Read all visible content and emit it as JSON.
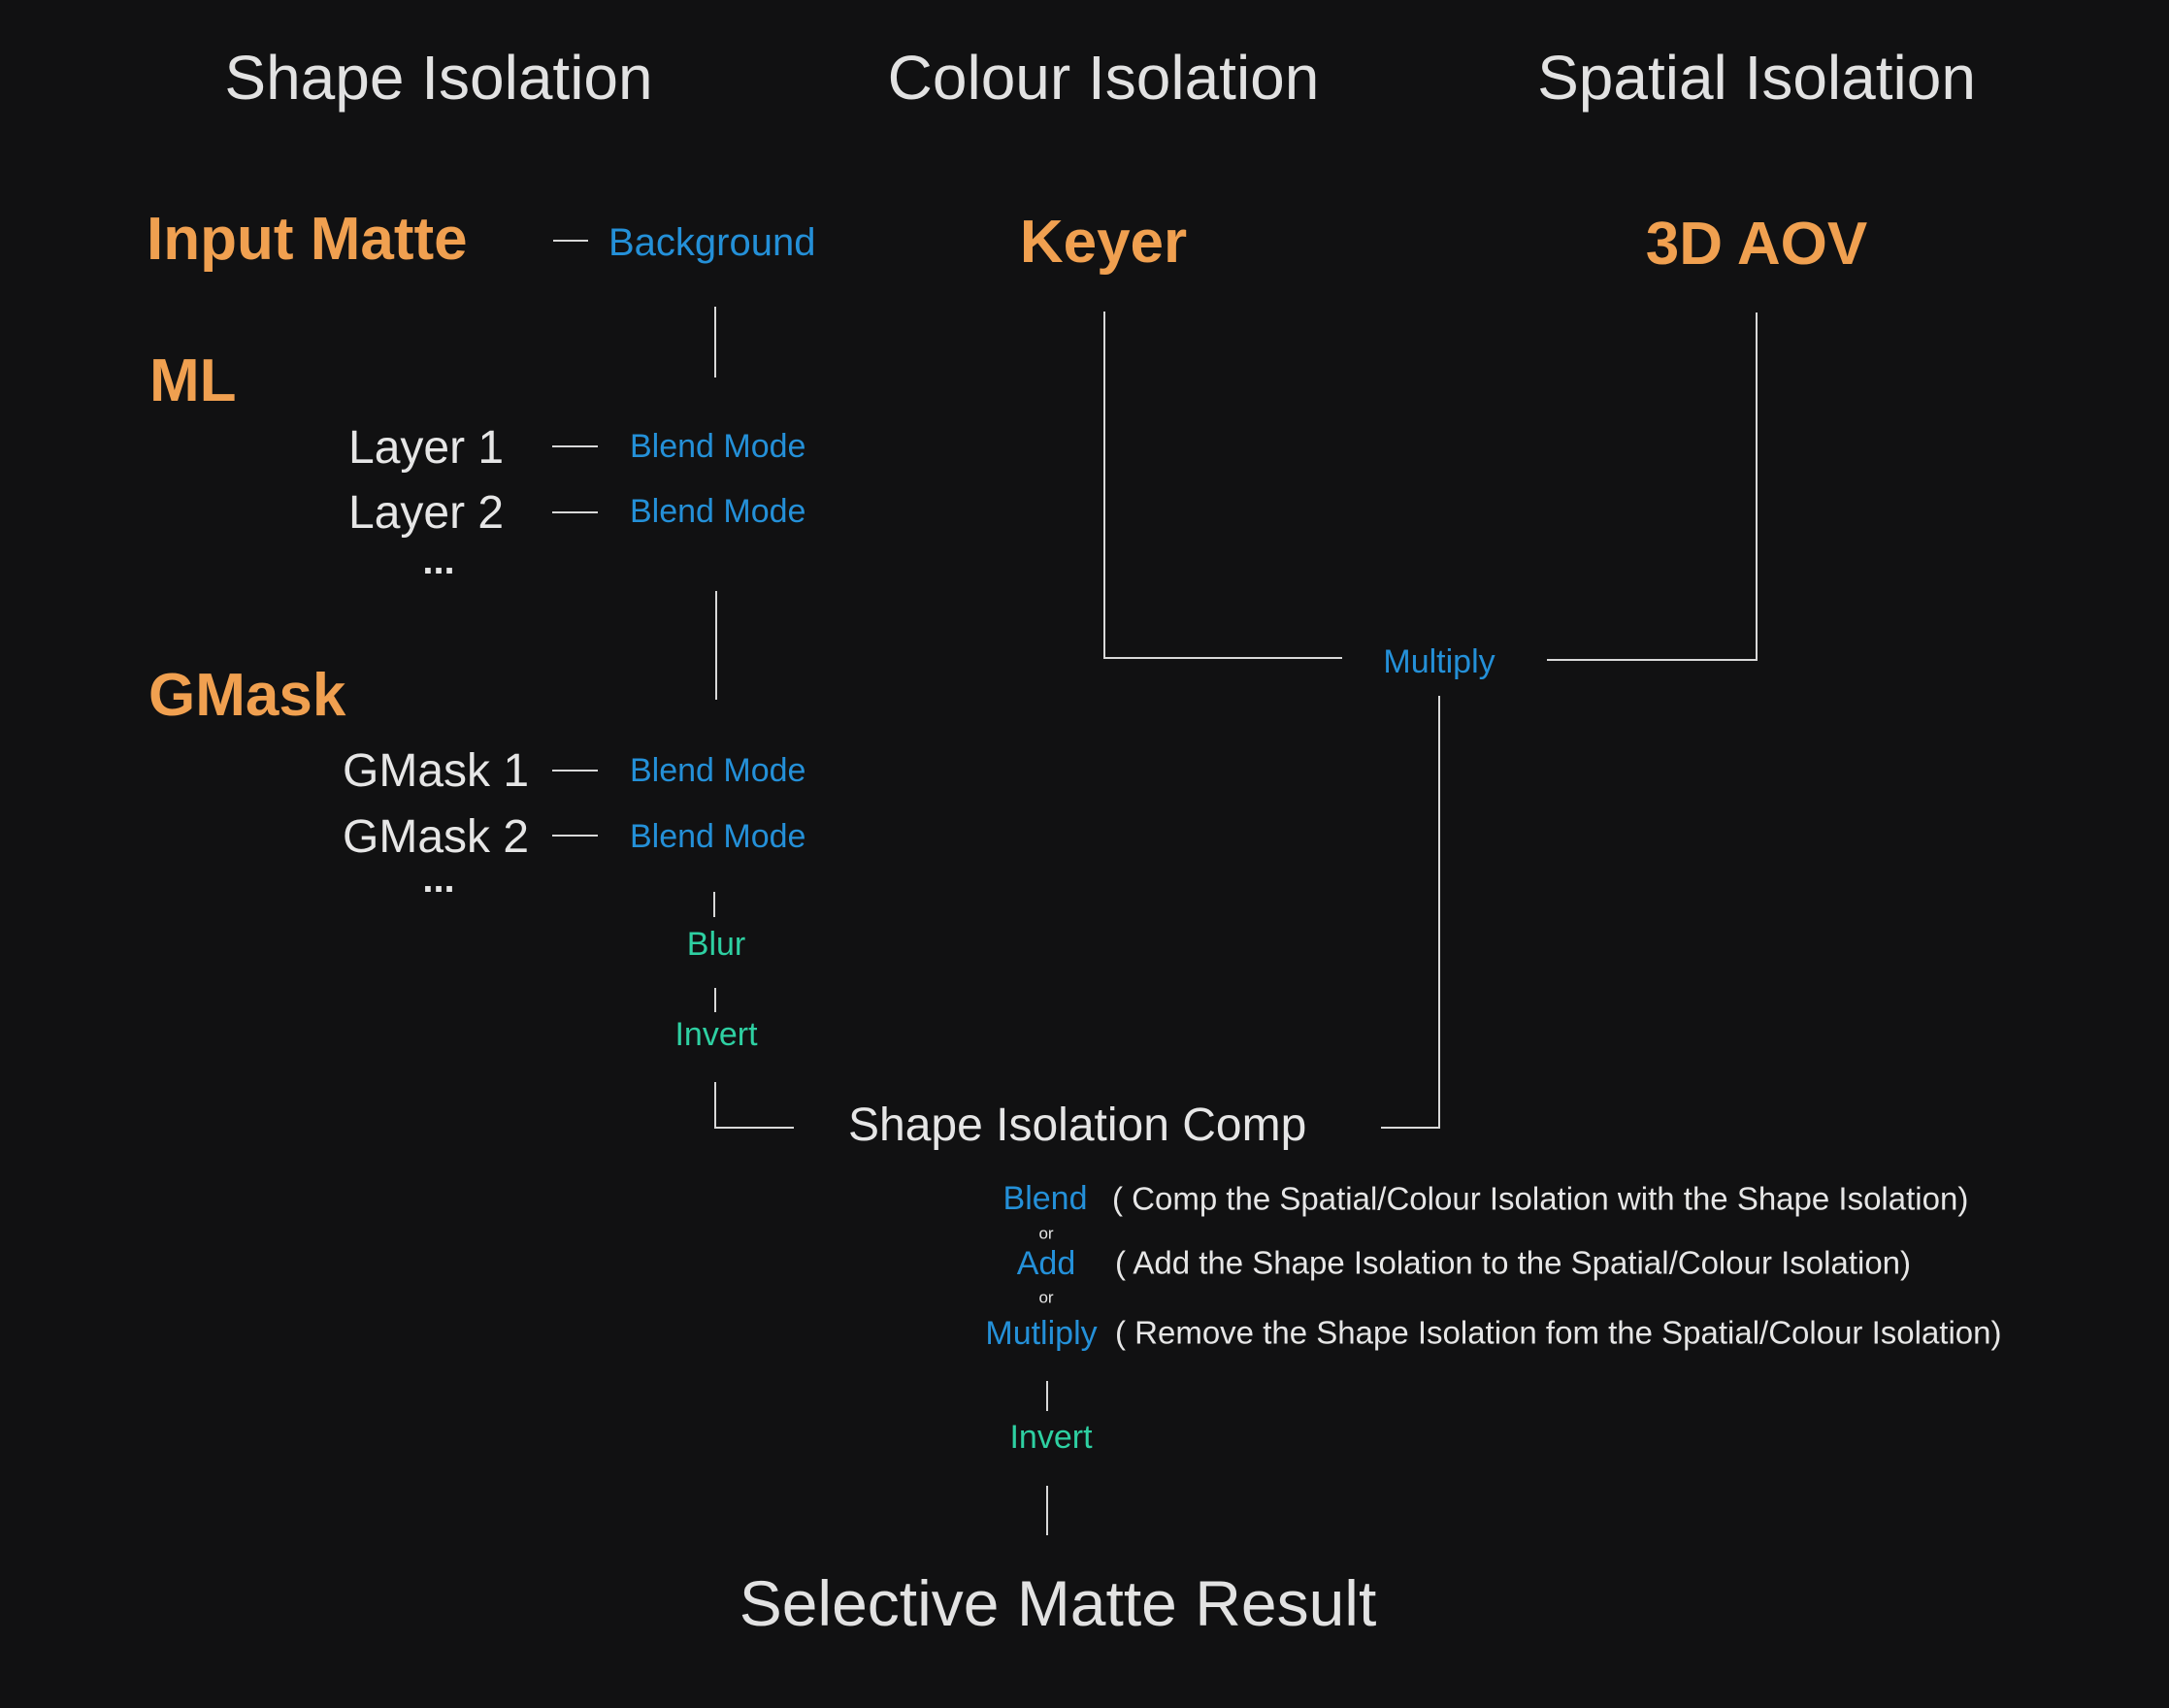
{
  "headers": {
    "shape": "Shape Isolation",
    "colour": "Colour Isolation",
    "spatial": "Spatial Isolation"
  },
  "shape": {
    "input_matte": "Input Matte",
    "background": "Background",
    "ml": "ML",
    "layers": [
      {
        "label": "Layer 1",
        "mode": "Blend Mode"
      },
      {
        "label": "Layer 2",
        "mode": "Blend Mode"
      }
    ],
    "ml_more": "...",
    "gmask": "GMask",
    "gmasks": [
      {
        "label": "GMask 1",
        "mode": "Blend Mode"
      },
      {
        "label": "GMask 2",
        "mode": "Blend Mode"
      }
    ],
    "gmask_more": "...",
    "blur": "Blur",
    "invert": "Invert",
    "comp": "Shape Isolation Comp"
  },
  "colour": {
    "keyer": "Keyer"
  },
  "spatial": {
    "aov": "3D AOV"
  },
  "multiply": "Multiply",
  "options": [
    {
      "mode": "Blend",
      "desc": "( Comp the Spatial/Colour Isolation with the Shape Isolation)"
    },
    {
      "mode": "Add",
      "desc": "( Add the Shape Isolation to the Spatial/Colour Isolation)"
    },
    {
      "mode": "Mutliply",
      "desc": "( Remove the Shape Isolation fom the Spatial/Colour Isolation)"
    }
  ],
  "or": "or",
  "final_invert": "Invert",
  "result": "Selective Matte Result"
}
